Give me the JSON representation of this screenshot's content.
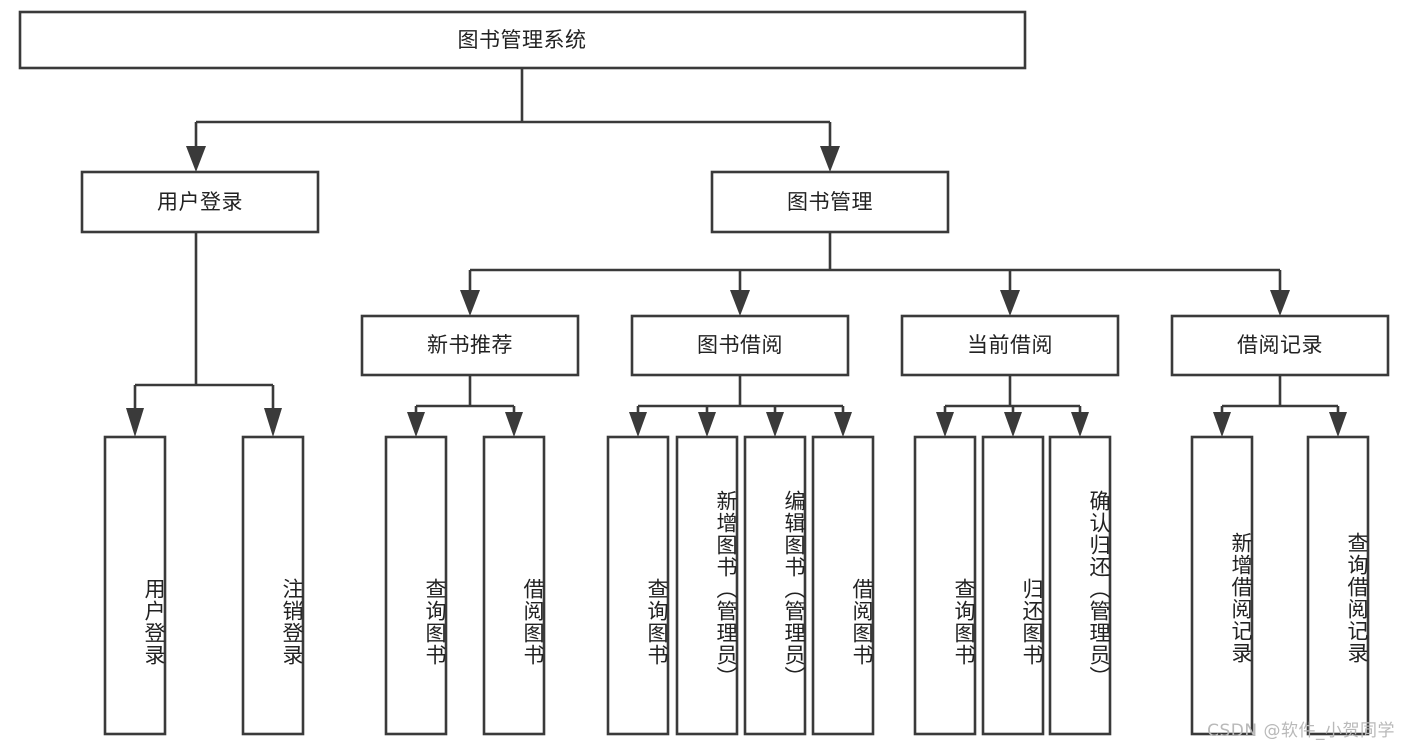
{
  "diagram": {
    "title": "图书管理系统",
    "type": "tree",
    "orientation": "top-down",
    "colors": {
      "box_fill": "#ffffff",
      "box_stroke": "#3a3a3a",
      "text": "#222222",
      "background": "#ffffff",
      "watermark": "#b9b9b9"
    },
    "root": {
      "id": "root",
      "label": "图书管理系统",
      "orientation": "horizontal"
    },
    "level2": [
      {
        "id": "user-login",
        "label": "用户登录",
        "orientation": "horizontal"
      },
      {
        "id": "book-management",
        "label": "图书管理",
        "orientation": "horizontal"
      }
    ],
    "level3": [
      {
        "id": "new-book-recommend",
        "label": "新书推荐",
        "orientation": "horizontal",
        "parent": "book-management"
      },
      {
        "id": "book-borrow",
        "label": "图书借阅",
        "orientation": "horizontal",
        "parent": "book-management"
      },
      {
        "id": "current-borrow",
        "label": "当前借阅",
        "orientation": "horizontal",
        "parent": "book-management"
      },
      {
        "id": "borrow-record",
        "label": "借阅记录",
        "orientation": "horizontal",
        "parent": "book-management"
      }
    ],
    "leaves": [
      {
        "id": "leaf-user-login",
        "label": "用户登录",
        "orientation": "vertical",
        "parent": "user-login"
      },
      {
        "id": "leaf-logout-login",
        "label": "注销登录",
        "orientation": "vertical",
        "parent": "user-login"
      },
      {
        "id": "leaf-query-book-1",
        "label": "查询图书",
        "orientation": "vertical",
        "parent": "new-book-recommend"
      },
      {
        "id": "leaf-borrow-book-1",
        "label": "借阅图书",
        "orientation": "vertical",
        "parent": "new-book-recommend"
      },
      {
        "id": "leaf-query-book-2",
        "label": "查询图书",
        "orientation": "vertical",
        "parent": "book-borrow"
      },
      {
        "id": "leaf-add-book",
        "label": "新增图书（管理员）",
        "orientation": "vertical",
        "parent": "book-borrow"
      },
      {
        "id": "leaf-edit-book",
        "label": "编辑图书（管理员）",
        "orientation": "vertical",
        "parent": "book-borrow"
      },
      {
        "id": "leaf-borrow-book-2",
        "label": "借阅图书",
        "orientation": "vertical",
        "parent": "book-borrow"
      },
      {
        "id": "leaf-query-book-3",
        "label": "查询图书",
        "orientation": "vertical",
        "parent": "current-borrow"
      },
      {
        "id": "leaf-return-book",
        "label": "归还图书",
        "orientation": "vertical",
        "parent": "current-borrow"
      },
      {
        "id": "leaf-confirm-return",
        "label": "确认归还（管理员）",
        "orientation": "vertical",
        "parent": "current-borrow"
      },
      {
        "id": "leaf-add-record",
        "label": "新增借阅记录",
        "orientation": "vertical",
        "parent": "borrow-record"
      },
      {
        "id": "leaf-query-record",
        "label": "查询借阅记录",
        "orientation": "vertical",
        "parent": "borrow-record"
      }
    ]
  },
  "watermark": {
    "text": "CSDN @软件_小贺同学"
  }
}
